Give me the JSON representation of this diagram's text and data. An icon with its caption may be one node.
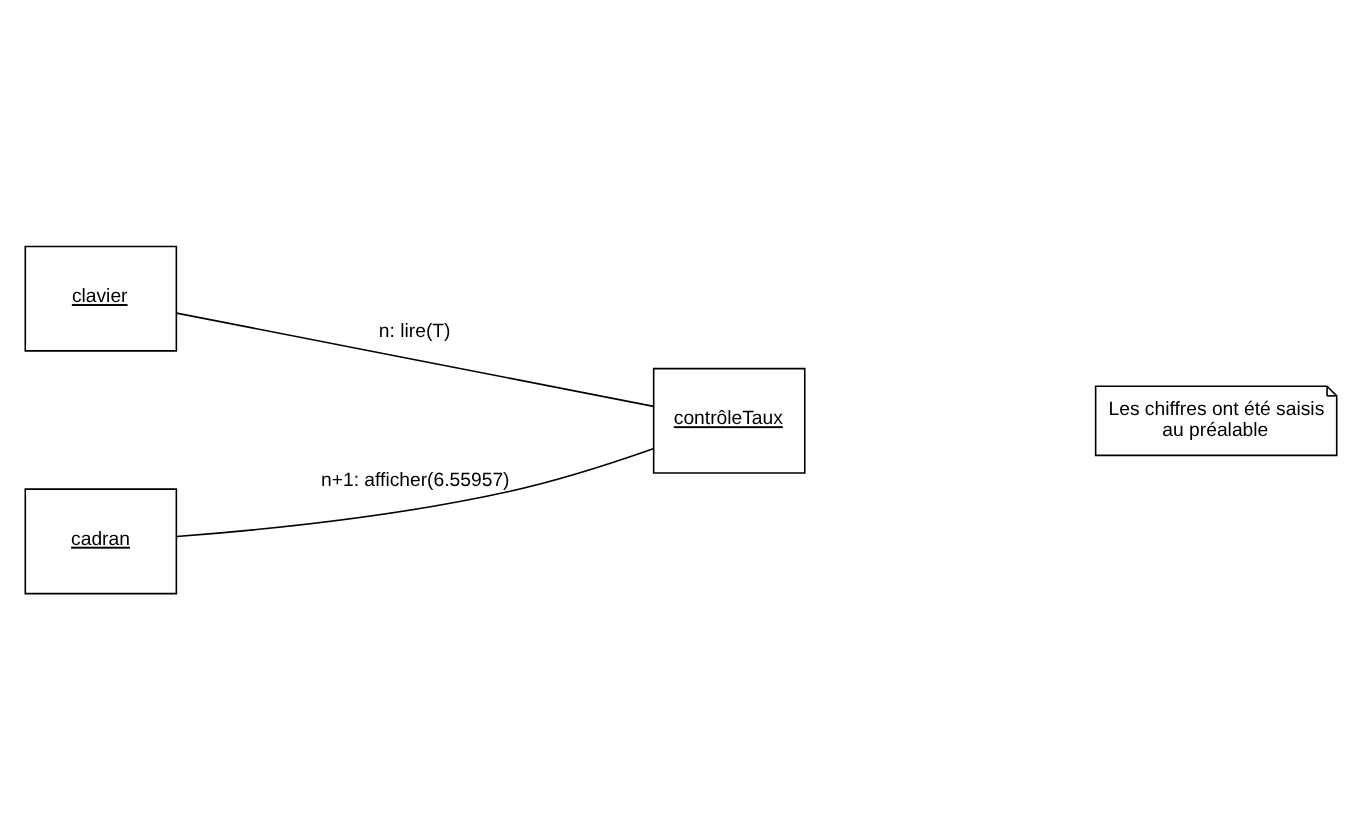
{
  "diagram": {
    "nodes": [
      {
        "text": [
          "clavier"
        ]
      },
      {
        "text": [
          "cadran"
        ]
      },
      {
        "text": [
          "contrôleTaux"
        ]
      },
      {
        "text": [
          "Les chiffres ont été saisis au préalable"
        ]
      }
    ],
    "edges": [
      {
        "from": 0,
        "to": 2,
        "arrow": "none",
        "label": "n: lire(T)"
      },
      {
        "from": 1,
        "to": 2,
        "arrow": "none",
        "label": "n+1: afficher(6.55957)"
      }
    ]
  }
}
